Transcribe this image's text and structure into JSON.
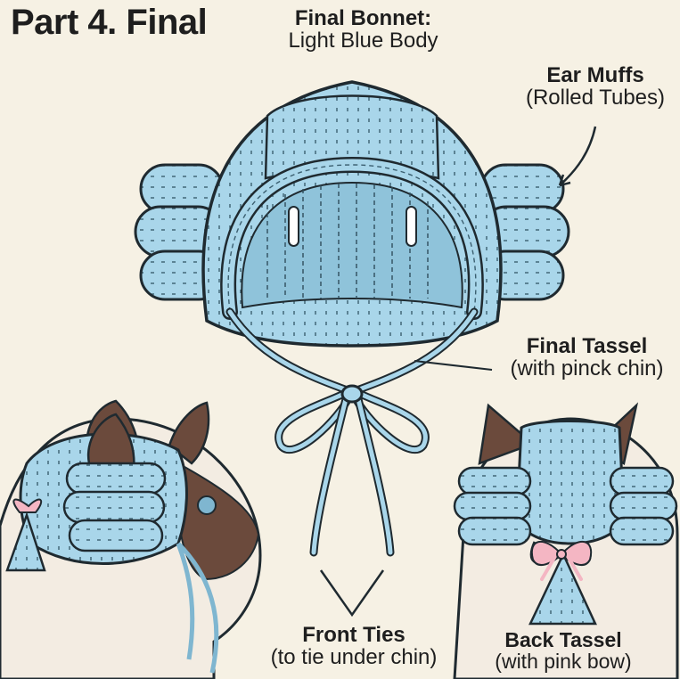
{
  "title": "Part 4. Final",
  "labels": {
    "bonnet": {
      "title": "Final Bonnet:",
      "sub": "Light Blue Body"
    },
    "ear_muffs": {
      "title": "Ear Muffs",
      "sub": "(Rolled Tubes)"
    },
    "final_tassel": {
      "title": "Final Tassel",
      "sub": "(with pinck chin)"
    },
    "front_ties": {
      "title": "Front Ties",
      "sub": "(to tie under chin)"
    },
    "back_tassel": {
      "title": "Back Tassel",
      "sub": "(with pink bow)"
    }
  },
  "colors": {
    "background": "#f6f1e4",
    "yarn_blue": "#a9d6ea",
    "yarn_blue_dark": "#7fb6d0",
    "outline": "#1f2a30",
    "bow_pink": "#f4b6c3",
    "cat_fur": "#f3ece2",
    "cat_point": "#6b4a3c"
  }
}
